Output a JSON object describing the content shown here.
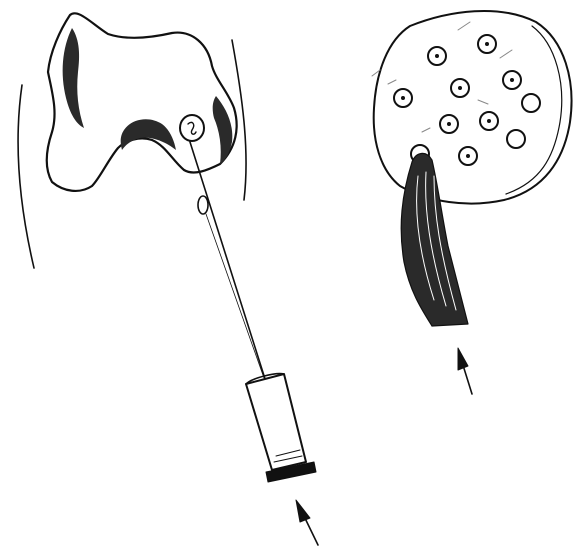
{
  "figure": {
    "panels": [
      {
        "name": "bone-section-with-needle-aspiration",
        "arrow_icon": "arrow-up-icon"
      },
      {
        "name": "bone-surface-with-drill-holes-and-tissue-graft",
        "arrow_icon": "arrow-up-icon",
        "hole_count": 11
      }
    ],
    "colors": {
      "ink": "#111111",
      "paper": "#ffffff",
      "shade": "#2a2a2a"
    }
  }
}
